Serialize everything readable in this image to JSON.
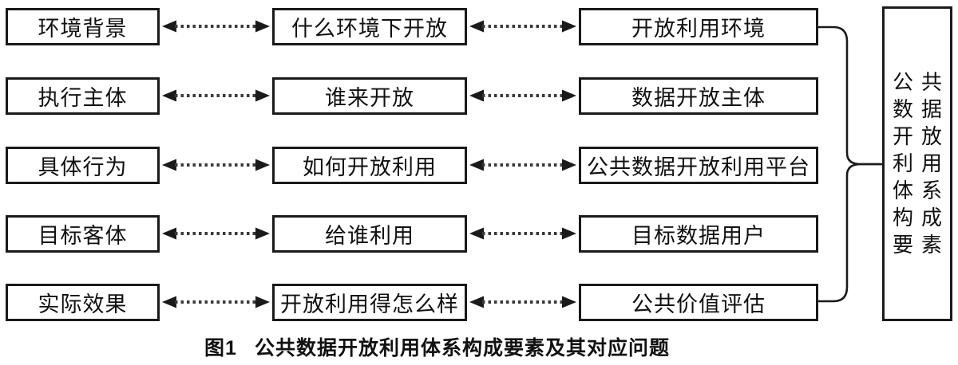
{
  "diagram": {
    "rows": [
      {
        "dimension": "环境背景",
        "question": "什么环境下开放",
        "element": "开放利用环境"
      },
      {
        "dimension": "执行主体",
        "question": "谁来开放",
        "element": "数据开放主体"
      },
      {
        "dimension": "具体行为",
        "question": "如何开放利用",
        "element": "公共数据开放利用平台"
      },
      {
        "dimension": "目标客体",
        "question": "给谁利用",
        "element": "目标数据用户"
      },
      {
        "dimension": "实际效果",
        "question": "开放利用得怎么样",
        "element": "公共价值评估"
      }
    ],
    "aggregate": {
      "lines": [
        "公共",
        "数据",
        "开放",
        "利用",
        "体系",
        "构成",
        "要素"
      ]
    },
    "caption": {
      "label": "图1",
      "text": "公共数据开放利用体系构成要素及其对应问题"
    },
    "colors": {
      "line": "#1a1a1a",
      "dots": "#3a3a3a",
      "background": "#ffffff",
      "text": "#111111"
    }
  }
}
